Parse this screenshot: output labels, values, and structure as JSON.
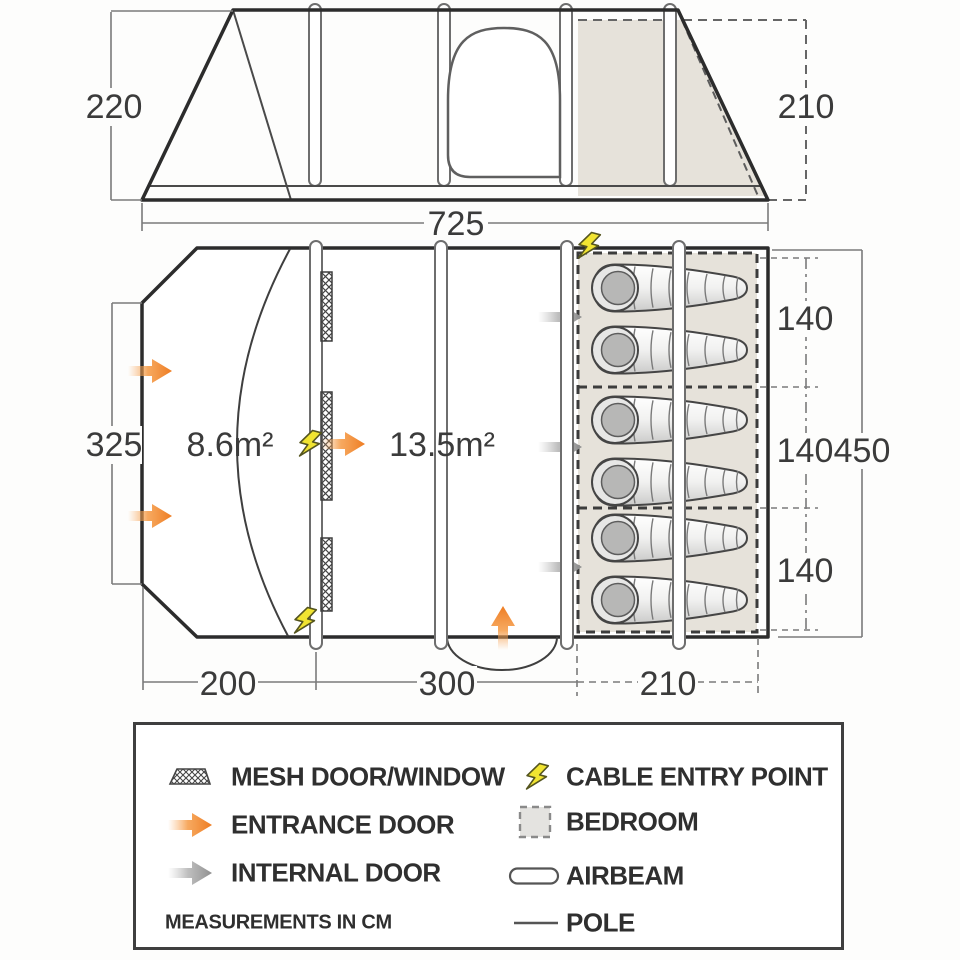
{
  "side_view": {
    "left_height": "220",
    "right_height": "210",
    "length": "725"
  },
  "floor_plan": {
    "front_width": "325",
    "porch_area": "8.6m²",
    "living_area": "13.5m²",
    "berth_widths": [
      "140",
      "140",
      "140"
    ],
    "bedroom_width_total": "450",
    "sections": [
      "200",
      "300",
      "210"
    ]
  },
  "legend": {
    "left": [
      {
        "label": "MESH DOOR/WINDOW"
      },
      {
        "label": "ENTRANCE DOOR"
      },
      {
        "label": "INTERNAL DOOR"
      }
    ],
    "right": [
      {
        "label": "CABLE ENTRY POINT"
      },
      {
        "label": "BEDROOM"
      },
      {
        "label": "AIRBEAM"
      },
      {
        "label": "POLE"
      }
    ],
    "note": "MEASUREMENTS IN CM"
  },
  "colors": {
    "outline": "#2c2c2c",
    "bedroom_fill": "#e6e2da",
    "accent_orange": "#ee7c22",
    "bolt_yellow": "#f1e431",
    "dim_line": "#7b7b7b"
  }
}
